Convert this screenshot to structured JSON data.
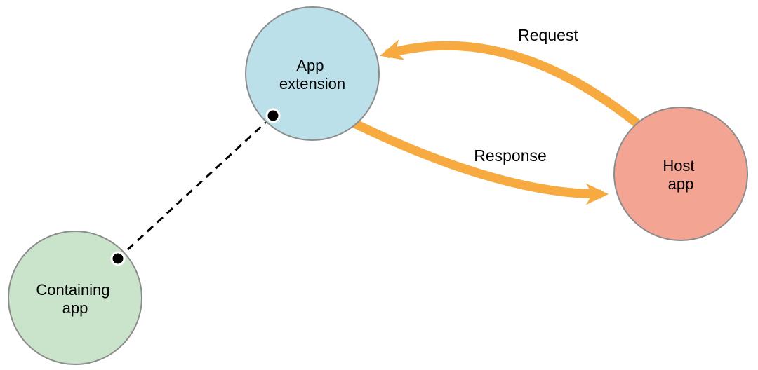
{
  "diagram": {
    "nodes": {
      "app_extension": {
        "line1": "App",
        "line2": "extension",
        "fill": "#bce0ea"
      },
      "containing_app": {
        "line1": "Containing",
        "line2": "app",
        "fill": "#c9e4ca"
      },
      "host_app": {
        "line1": "Host",
        "line2": "app",
        "fill": "#f4a493"
      }
    },
    "arrows": {
      "request_label": "Request",
      "response_label": "Response",
      "color": "#f6aa40"
    },
    "connector": {
      "line_color": "#000000",
      "dot_fill": "#000000",
      "dot_ring": "#ffffff"
    },
    "colors": {
      "node_border": "#8c8c8c",
      "text": "#000000",
      "background": "#ffffff"
    }
  }
}
